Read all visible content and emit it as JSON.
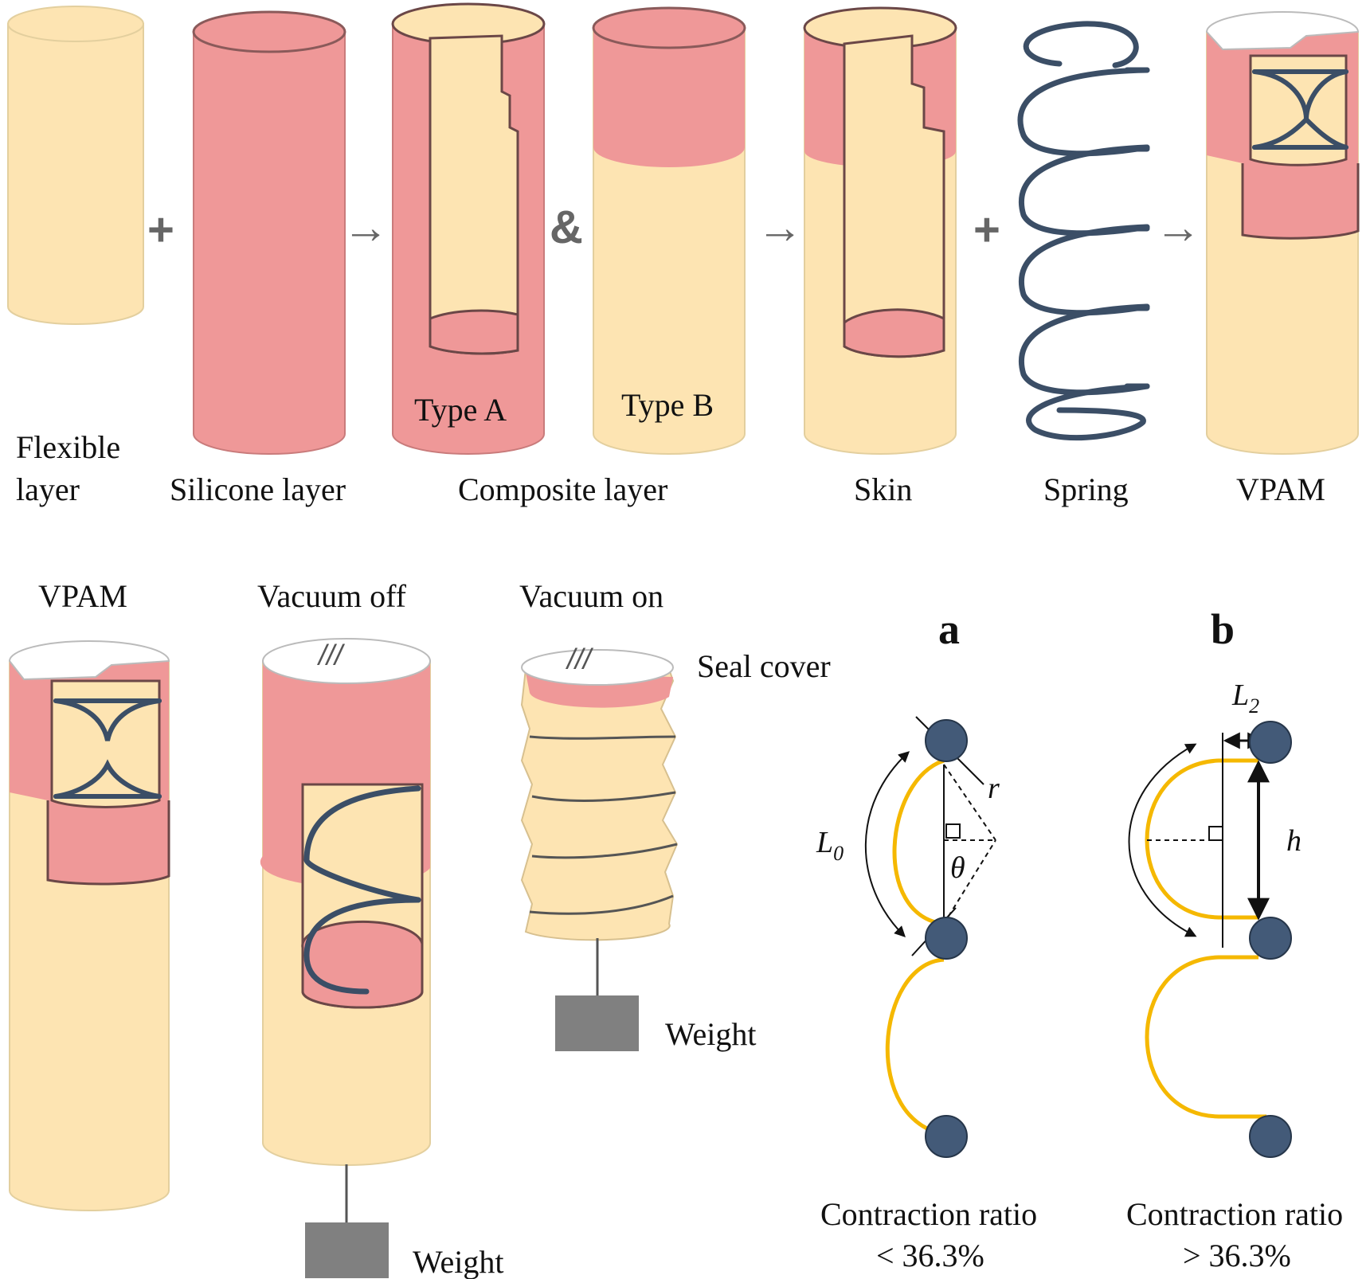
{
  "colors": {
    "flexible": "#fde4b2",
    "silicone": "#ef9898",
    "spring": "#3b4e66",
    "ring": "#ffffff",
    "weight": "#808080",
    "node": "#435a78",
    "yellow_curve": "#f5b800",
    "arrow": "#555555"
  },
  "operators": {
    "plus_1": "+",
    "arrow_1": "→",
    "and": "&",
    "arrow_2": "→",
    "plus_2": "+",
    "arrow_3": "→"
  },
  "top_row": {
    "flexible_layer_line1": "Flexible",
    "flexible_layer_line2": "layer",
    "silicone_layer": "Silicone layer",
    "type_a": "Type A",
    "type_b": "Type B",
    "composite_layer": "Composite layer",
    "skin": "Skin",
    "spring": "Spring",
    "vpam": "VPAM"
  },
  "bottom_row": {
    "vpam": "VPAM",
    "vacuum_off": "Vacuum off",
    "vacuum_on": "Vacuum on",
    "seal_cover": "Seal cover",
    "weight_off": "Weight",
    "weight_on": "Weight",
    "hatch_mark": "///"
  },
  "panel_a": {
    "letter": "a",
    "L0_main": "L",
    "L0_sub": "0",
    "r": "r",
    "theta": "θ",
    "caption_line1": "Contraction ratio",
    "caption_line2": "< 36.3%"
  },
  "panel_b": {
    "letter": "b",
    "L2_main": "L",
    "L2_sub": "2",
    "h": "h",
    "caption_line1": "Contraction ratio",
    "caption_line2": "> 36.3%"
  }
}
